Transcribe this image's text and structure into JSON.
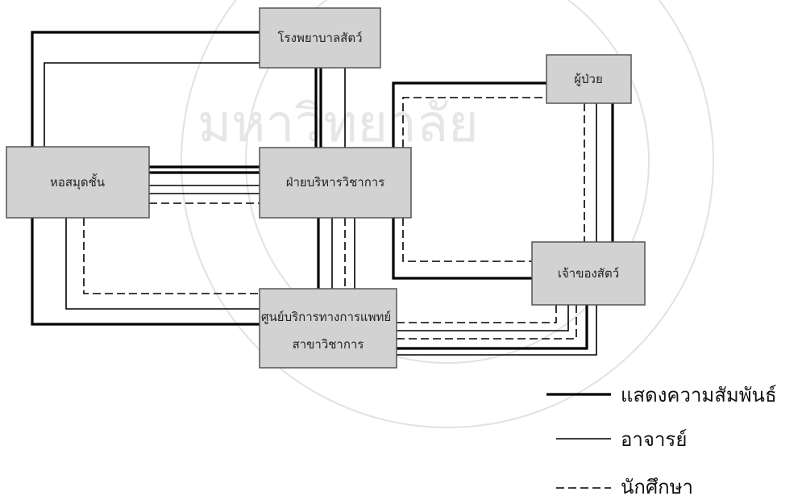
{
  "nodes": {
    "top": "โรงพยาบาลสัตว์",
    "left": "หอสมุดชั้น",
    "center": "ฝ่ายบริหารวิชาการ",
    "right_top": "ผู้ป่วย",
    "right": "เจ้าของสัตว์",
    "bottom": "ศูนย์บริการทางการแพทย์ สาขาวิชาการ"
  },
  "legend": {
    "relation": "แสดงความสัมพันธ์",
    "teacher": "อาจารย์",
    "student": "นักศึกษา"
  },
  "colors": {
    "box_fill": "#d2d2d2",
    "line": "#000000"
  }
}
